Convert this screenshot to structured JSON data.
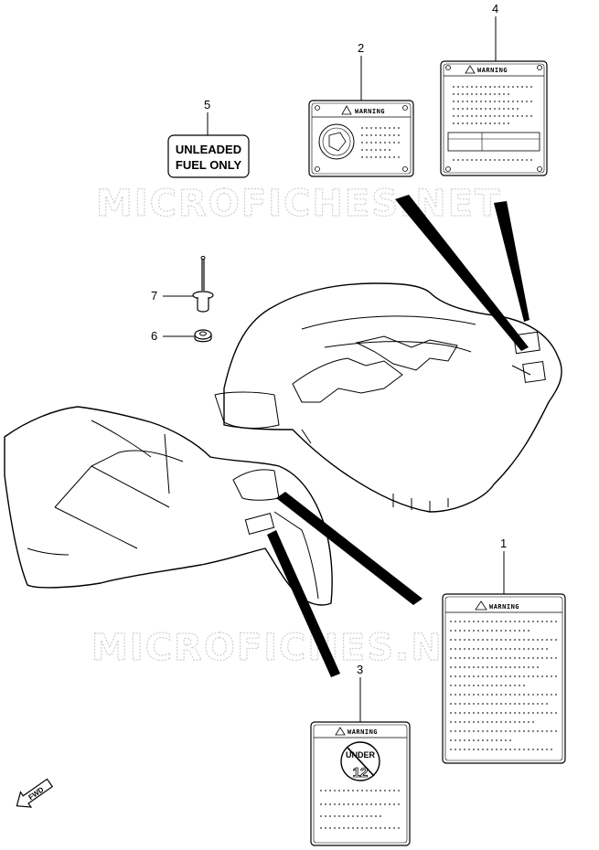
{
  "watermark": "MICROFICHES.NET",
  "labels": {
    "fuel_line1": "UNLEADED",
    "fuel_line2": "FUEL ONLY",
    "warning": "WARNING",
    "under_text": "UNDER",
    "under_age": "12"
  },
  "callouts": [
    "1",
    "2",
    "3",
    "4",
    "5",
    "6",
    "7"
  ],
  "fwd": "FWD"
}
